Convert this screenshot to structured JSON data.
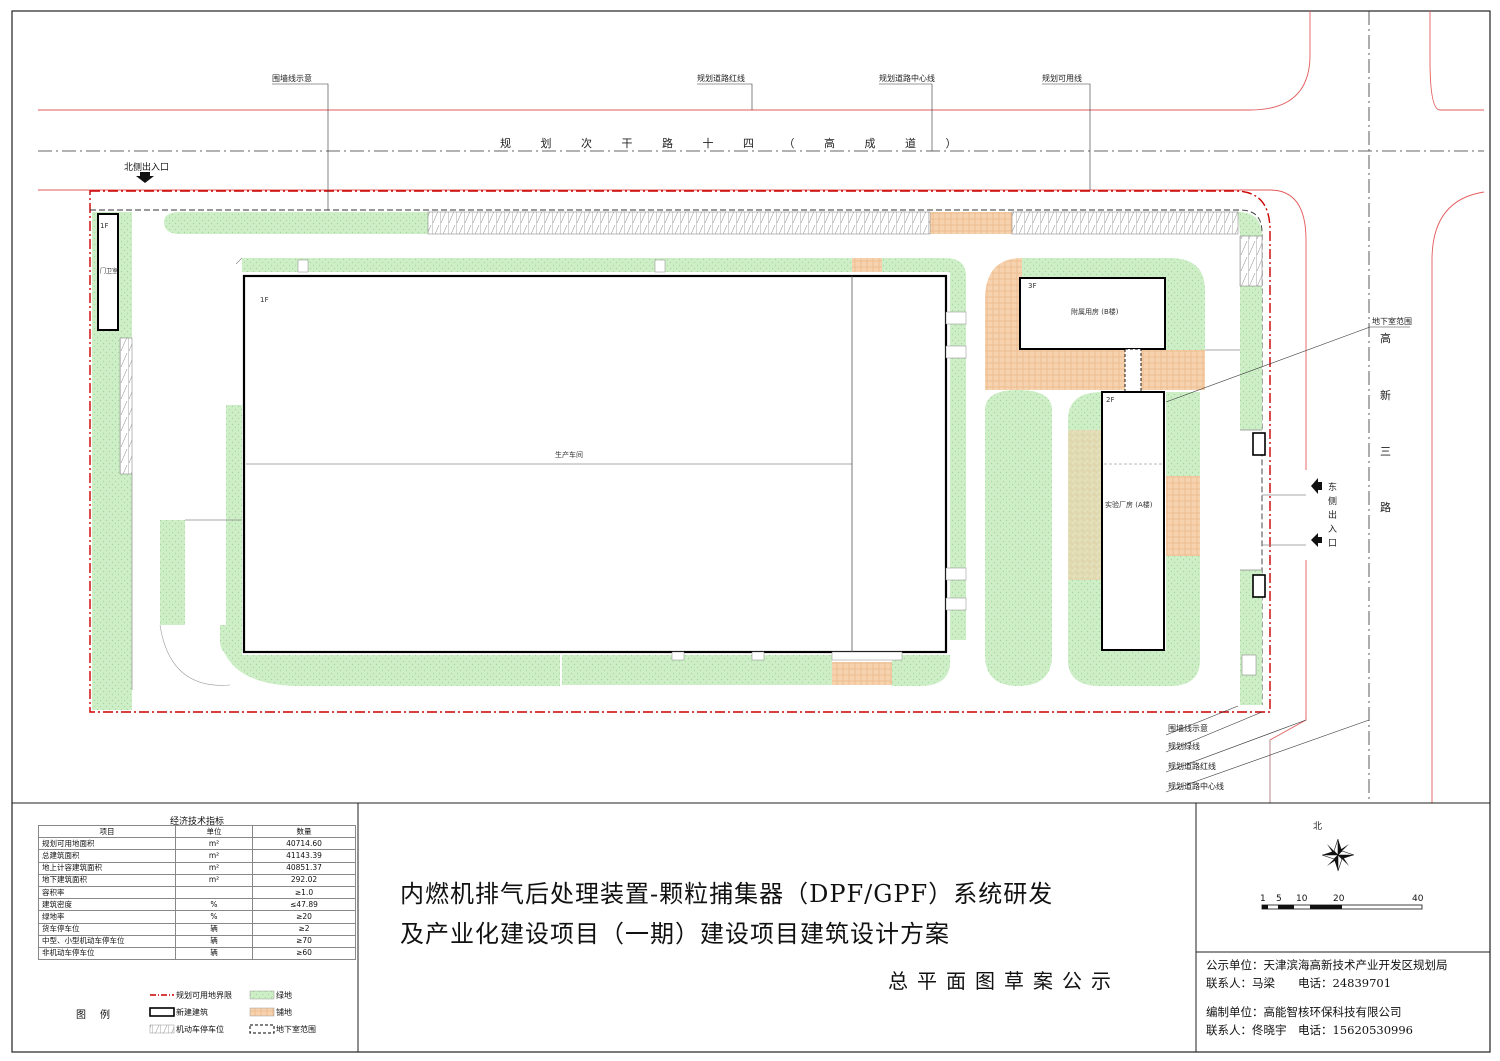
{
  "road_labels": {
    "north_road": "规 划 次 干 路 十 四 （ 高 成 道 ）",
    "east_road": [
      "高",
      "新",
      "三",
      "路"
    ]
  },
  "entrances": {
    "north": "北侧出入口",
    "east": [
      "东",
      "侧",
      "出",
      "入",
      "口"
    ]
  },
  "callouts_top": [
    "围墙线示意",
    "规划道路红线",
    "规划道路中心线",
    "规划可用线"
  ],
  "callouts_bottom": [
    "围墙线示意",
    "规划绿线",
    "规划道路红线",
    "规划道路中心线"
  ],
  "callout_underground": "地下室范围",
  "buildings": {
    "main_hall": "生产车间",
    "main_floor": "1F",
    "office": "附属用房 (B楼)",
    "office_floor": "3F",
    "lab": "实验厂房 (A楼)",
    "lab_floor": "2F",
    "gate": "门卫室",
    "gate_floor": "1F"
  },
  "tech_table": {
    "title": "经济技术指标",
    "headers": [
      "项目",
      "单位",
      "数量"
    ],
    "rows": [
      [
        "规划可用地面积",
        "m²",
        "40714.60"
      ],
      [
        "总建筑面积",
        "m²",
        "41143.39"
      ],
      [
        "地上计容建筑面积",
        "m²",
        "40851.37"
      ],
      [
        "地下建筑面积",
        "m²",
        "292.02"
      ],
      [
        "容积率",
        "",
        "≥1.0"
      ],
      [
        "建筑密度",
        "%",
        "≤47.89"
      ],
      [
        "绿地率",
        "%",
        "≥20"
      ],
      [
        "货车停车位",
        "辆",
        "≥2"
      ],
      [
        "中型、小型机动车停车位",
        "辆",
        "≥70"
      ],
      [
        "非机动车停车位",
        "辆",
        "≥60"
      ]
    ]
  },
  "legend": {
    "title": "图例",
    "items": [
      "规划可用地界限",
      "绿地",
      "新建建筑",
      "铺地",
      "机动车停车位",
      "地下室范围"
    ]
  },
  "title_lines": [
    "内燃机排气后处理装置-颗粒捕集器（DPF/GPF）系统研发",
    "及产业化建设项目（一期）建设项目建筑设计方案"
  ],
  "subtitle": "总平面图草案公示",
  "compass_label": "北",
  "scale_labels": [
    "1",
    "5",
    "10",
    "20",
    "40"
  ],
  "publisher": {
    "line1": "公示单位：天津滨海高新技术产业开发区规划局",
    "line2": "联系人：马梁　　电话：24839701",
    "line3": "编制单位：高能智核环保科技有限公司",
    "line4": "联系人：佟晓宇　电话：15620530996"
  },
  "colors": {
    "green": "#c9edc2",
    "paving": "#f4c9a0",
    "red_line": "#e23a3a",
    "site_boundary": "#cc0000"
  }
}
